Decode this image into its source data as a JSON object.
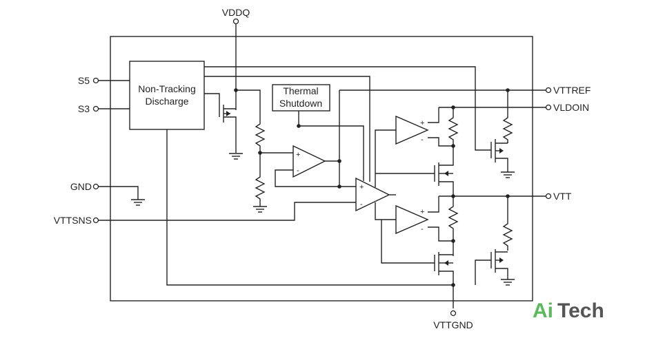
{
  "pins": {
    "vddq": "VDDQ",
    "s5": "S5",
    "s3": "S3",
    "gnd": "GND",
    "vttsns": "VTTSNS",
    "vttref": "VTTREF",
    "vldoin": "VLDOIN",
    "vtt": "VTT",
    "vttgnd": "VTTGND"
  },
  "blocks": {
    "discharge_line1": "Non-Tracking",
    "discharge_line2": "Discharge",
    "thermal_line1": "Thermal",
    "thermal_line2": "Shutdown"
  },
  "opamp_signs": {
    "plus": "+",
    "minus": "-"
  },
  "watermark": {
    "part1": "Ai",
    "part2": "Tech",
    "color_a": "#5cb85c",
    "color_b": "#555555"
  }
}
